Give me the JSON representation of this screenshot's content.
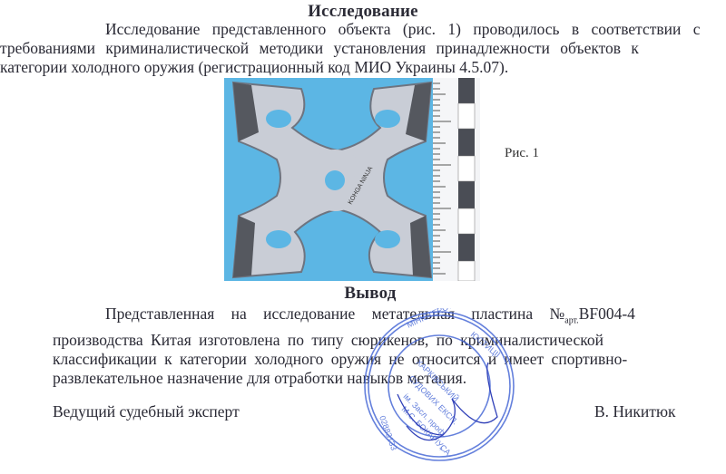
{
  "document": {
    "study_heading": "Исследование",
    "study_lines": [
      "Исследование представленного объекта (рис. 1) проводилось в соответствии с",
      "требованиями криминалистической методики установления принадлежности объектов к",
      "категории холодного оружия (регистрационный код МИО Украины 4.5.07)."
    ],
    "figure": {
      "caption": "Рис. 1",
      "engraving": "KOHGA NINJA",
      "description": "photo of four-pointed metal throwing star (shuriken) on blue background with measuring scale"
    },
    "conclusion_heading": "Вывод",
    "conclusion": {
      "line1_prefix": "Представленная на исследование метательная пластина",
      "number_sign": "№",
      "number_sub": "арт.",
      "article": "BF004-4",
      "line2": "производства Китая изготовлена по типу сюрикенов, по криминалистической",
      "line3": "классификации к категории холодного оружия не относится и имеет спортивно-",
      "line4": "развлекательное назначение для отработки навыков метания."
    },
    "signature": {
      "role": "Ведущий судебный эксперт",
      "name": "В. Никитюк"
    },
    "stamp": {
      "outer_text": "МІНІСТЕРСТВО ЮСТИЦІЇ УКРАЇНИ",
      "inner_text": "ХАРКІВСЬКИЙ НАУКОВО-ДОСЛІДНИЙ ІНСТИТУТ СУДОВИХ ЕКСПЕРТИЗ ім. Засл. проф. М.С. БОКАРІУСА",
      "code": "02883133",
      "color": "#3b5fd0"
    }
  }
}
